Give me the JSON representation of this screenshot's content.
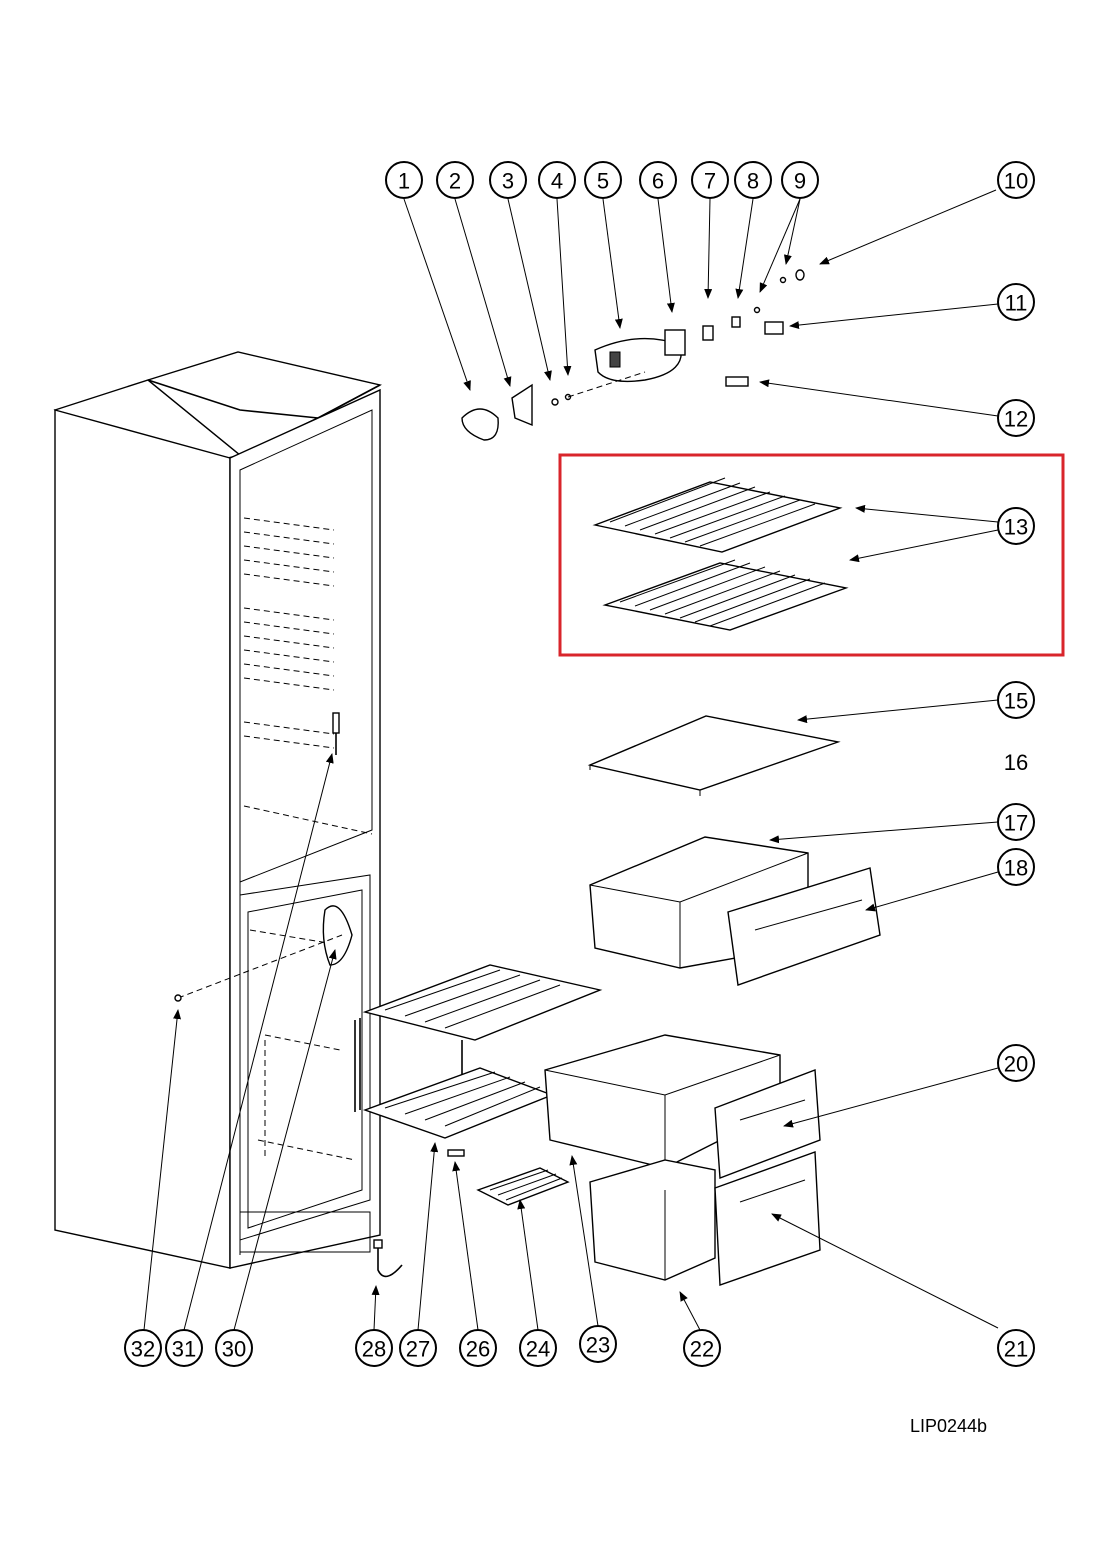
{
  "callouts": [
    "1",
    "2",
    "3",
    "4",
    "5",
    "6",
    "7",
    "8",
    "9",
    "10",
    "11",
    "12",
    "13",
    "15",
    "17",
    "18",
    "20",
    "21",
    "22",
    "23",
    "24",
    "26",
    "27",
    "28",
    "30",
    "31",
    "32"
  ],
  "plain_label": "16",
  "drawing_code": "LIP0244b",
  "highlight_color": "#d9252b"
}
